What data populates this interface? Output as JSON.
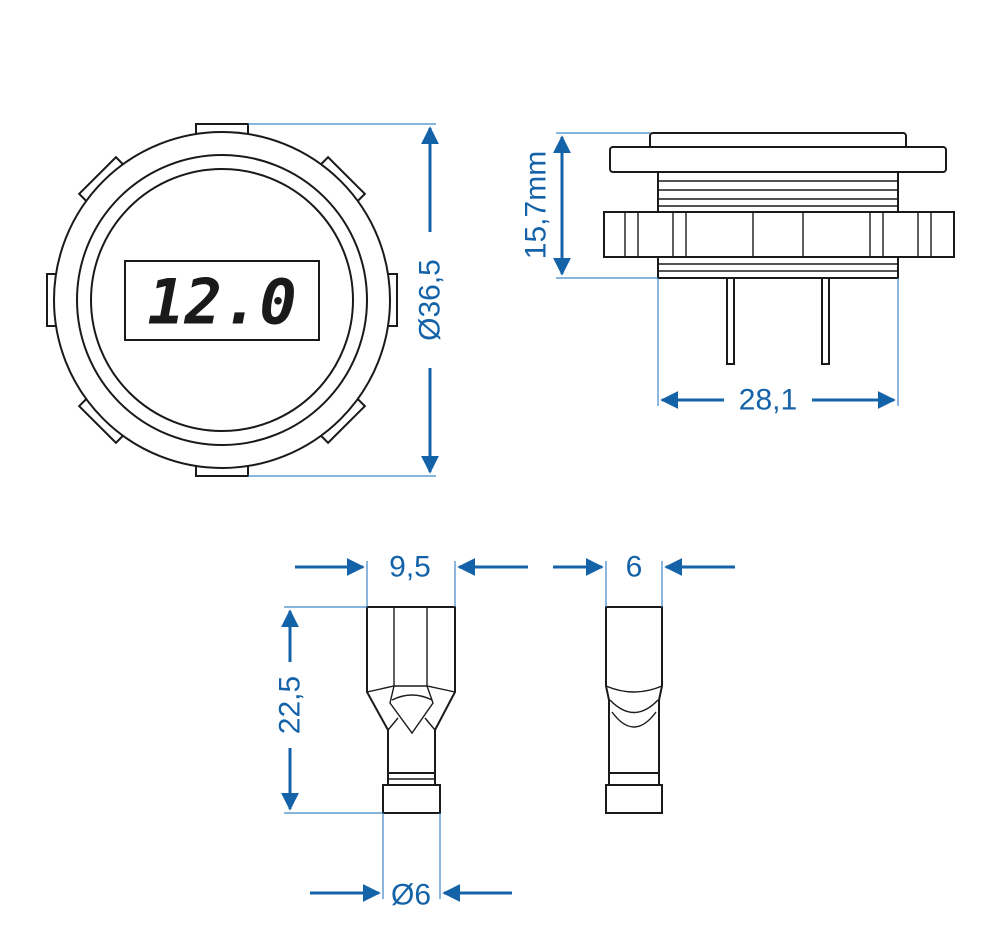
{
  "colors": {
    "dimension": "#1462a8",
    "outline": "#1a1a1a",
    "ghost_segment": "#cfcfcf"
  },
  "front_view": {
    "display_reading": "12.0",
    "diameter_label": "Ø36,5"
  },
  "side_view": {
    "height_label": "15,7mm",
    "width_label": "28,1"
  },
  "terminal_front": {
    "width_label": "9,5",
    "length_label": "22,5",
    "barrel_label": "Ø6"
  },
  "terminal_side": {
    "width_label": "6"
  }
}
